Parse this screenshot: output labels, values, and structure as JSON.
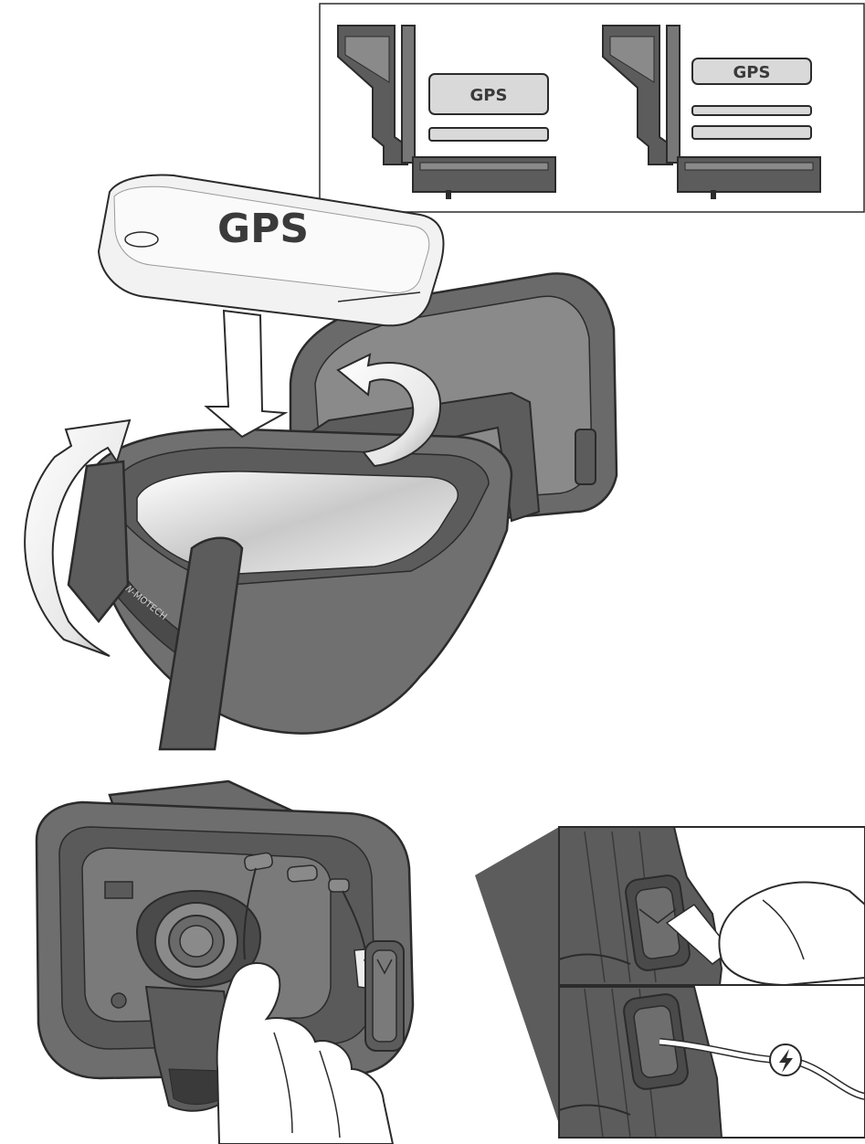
{
  "diagram": {
    "labels": {
      "device_label": "GPS",
      "inset_label_left": "GPS",
      "inset_label_right": "GPS"
    },
    "colors": {
      "case_dark": "#5c5c5c",
      "case_mid": "#757575",
      "case_light": "#9a9a9a",
      "outline": "#2b2b2b",
      "device_fill": "#f2f2f2",
      "inset_bar": "#d9d9d9"
    },
    "icons": [
      "gps-device",
      "insertion-arrow",
      "rotation-arrow",
      "strap",
      "hand",
      "stylus",
      "power-cable",
      "lightning-icon",
      "manufacturer-logo-icon"
    ]
  }
}
